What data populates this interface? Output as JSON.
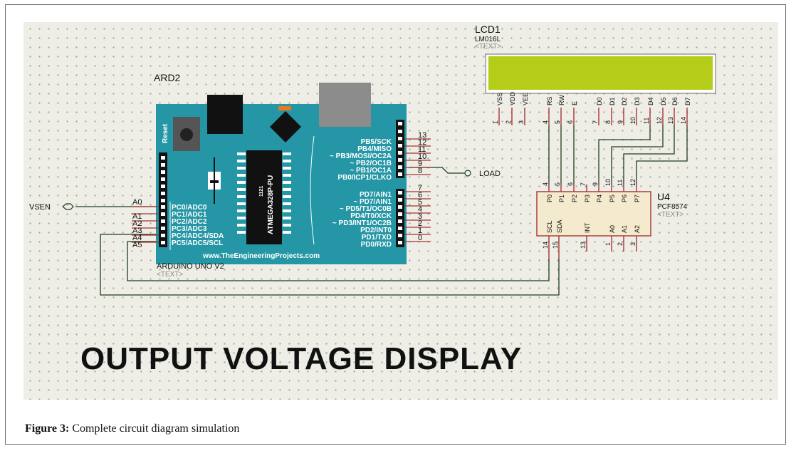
{
  "caption": {
    "label": "Figure 3:",
    "text": "Complete circuit diagram simulation"
  },
  "title": "OUTPUT VOLTAGE DISPLAY",
  "arduino": {
    "ref": "ARD2",
    "model": "ARDUINO UNO V2",
    "text_tag": "<TEXT>",
    "reset_label": "Reset",
    "chip_label": "ATMEGA328P-PU",
    "chip_code": "1121",
    "website": "www.TheEngineeringProjects.com",
    "analog_pins": [
      {
        "name": "A0",
        "label": "PC0/ADC0"
      },
      {
        "name": "A1",
        "label": "PC1/ADC1"
      },
      {
        "name": "A2",
        "label": "PC2/ADC2"
      },
      {
        "name": "A3",
        "label": "PC3/ADC3"
      },
      {
        "name": "A4",
        "label": "PC4/ADC4/SDA"
      },
      {
        "name": "A5",
        "label": "PC5/ADC5/SCL"
      }
    ],
    "digital_top": [
      {
        "num": "13",
        "label": "PB5/SCK"
      },
      {
        "num": "12",
        "label": "PB4/MISO"
      },
      {
        "num": "11",
        "label": "~ PB3/MOSI/OC2A"
      },
      {
        "num": "10",
        "label": "~ PB2/OC1B"
      },
      {
        "num": "9",
        "label": "~ PB1/OC1A"
      },
      {
        "num": "8",
        "label": "PB0/ICP1/CLKO"
      }
    ],
    "digital_bottom": [
      {
        "num": "7",
        "label": "PD7/AIN1"
      },
      {
        "num": "6",
        "label": "~ PD7/AIN1"
      },
      {
        "num": "5",
        "label": "~ PD5/T1/OC0B"
      },
      {
        "num": "4",
        "label": "PD4/T0/XCK"
      },
      {
        "num": "3",
        "label": "~ PD3/INT1/OC2B"
      },
      {
        "num": "2",
        "label": "PD2/INT0"
      },
      {
        "num": "1",
        "label": "PD1/TXD"
      },
      {
        "num": "0",
        "label": "PD0/RXD"
      }
    ]
  },
  "terminals": {
    "vsen": "VSEN",
    "load": "LOAD"
  },
  "lcd": {
    "ref": "LCD1",
    "model": "LM016L",
    "text_tag": "<TEXT>",
    "pins": [
      {
        "name": "VSS",
        "num": "1"
      },
      {
        "name": "VDD",
        "num": "2"
      },
      {
        "name": "VEE",
        "num": "3"
      },
      {
        "name": "RS",
        "num": "4"
      },
      {
        "name": "RW",
        "num": "5"
      },
      {
        "name": "E",
        "num": "6"
      },
      {
        "name": "D0",
        "num": "7"
      },
      {
        "name": "D1",
        "num": "8"
      },
      {
        "name": "D2",
        "num": "9"
      },
      {
        "name": "D3",
        "num": "10"
      },
      {
        "name": "D4",
        "num": "11"
      },
      {
        "name": "D5",
        "num": "12"
      },
      {
        "name": "D6",
        "num": "13"
      },
      {
        "name": "D7",
        "num": "14"
      }
    ],
    "screen_color": "#b5cc18"
  },
  "pcf": {
    "ref": "U4",
    "model": "PCF8574",
    "text_tag": "<TEXT>",
    "top_pins": [
      {
        "name": "P0",
        "num": "4"
      },
      {
        "name": "P1",
        "num": "5"
      },
      {
        "name": "P2",
        "num": "6"
      },
      {
        "name": "P3",
        "num": "7"
      },
      {
        "name": "P4",
        "num": "9"
      },
      {
        "name": "P5",
        "num": "10"
      },
      {
        "name": "P6",
        "num": "11"
      },
      {
        "name": "P7",
        "num": "12"
      }
    ],
    "bottom_pins": [
      {
        "name": "SCL",
        "num": "14"
      },
      {
        "name": "SDA",
        "num": "15"
      },
      {
        "name": "INT",
        "num": "13"
      },
      {
        "name": "A0",
        "num": "1"
      },
      {
        "name": "A1",
        "num": "2"
      },
      {
        "name": "A2",
        "num": "3"
      }
    ]
  },
  "colors": {
    "board": "#2596a5",
    "wire": "#1f3d1f",
    "ic_outline": "#a83232",
    "ic_fill": "#f4ebcf"
  }
}
